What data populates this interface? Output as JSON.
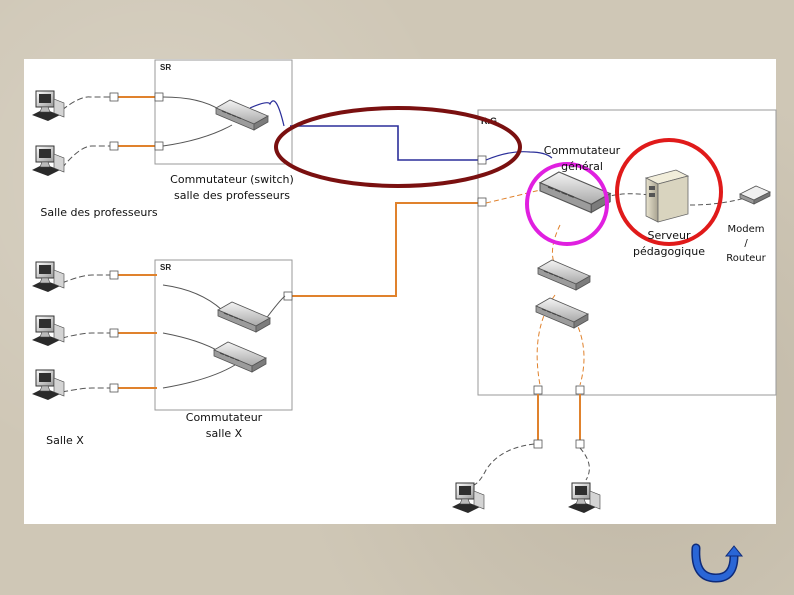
{
  "labels": {
    "sr_top": "SR",
    "sr_bottom": "SR",
    "rg": "R.G.",
    "switch_profs_line1": "Commutateur (switch)",
    "switch_profs_line2": "salle des professeurs",
    "salle_profs": "Salle des professeurs",
    "switch_general_line1": "Commutateur",
    "switch_general_line2": "général",
    "serveur_line1": "Serveur",
    "serveur_line2": "pédagogique",
    "modem_line1": "Modem",
    "modem_line2": "/",
    "modem_line3": "Routeur",
    "switch_x_line1": "Commutateur",
    "switch_x_line2": "salle X",
    "salle_x": "Salle X"
  },
  "colors": {
    "blue_cable": "#2b2f9a",
    "orange_cable": "#e0822d",
    "dark_red_ellipse": "#7a1010",
    "red_circle": "#e01a1a",
    "magenta_circle": "#e020e0",
    "back_arrow": "#2a66d6"
  },
  "icons": {
    "back": "return-arrow-icon"
  }
}
